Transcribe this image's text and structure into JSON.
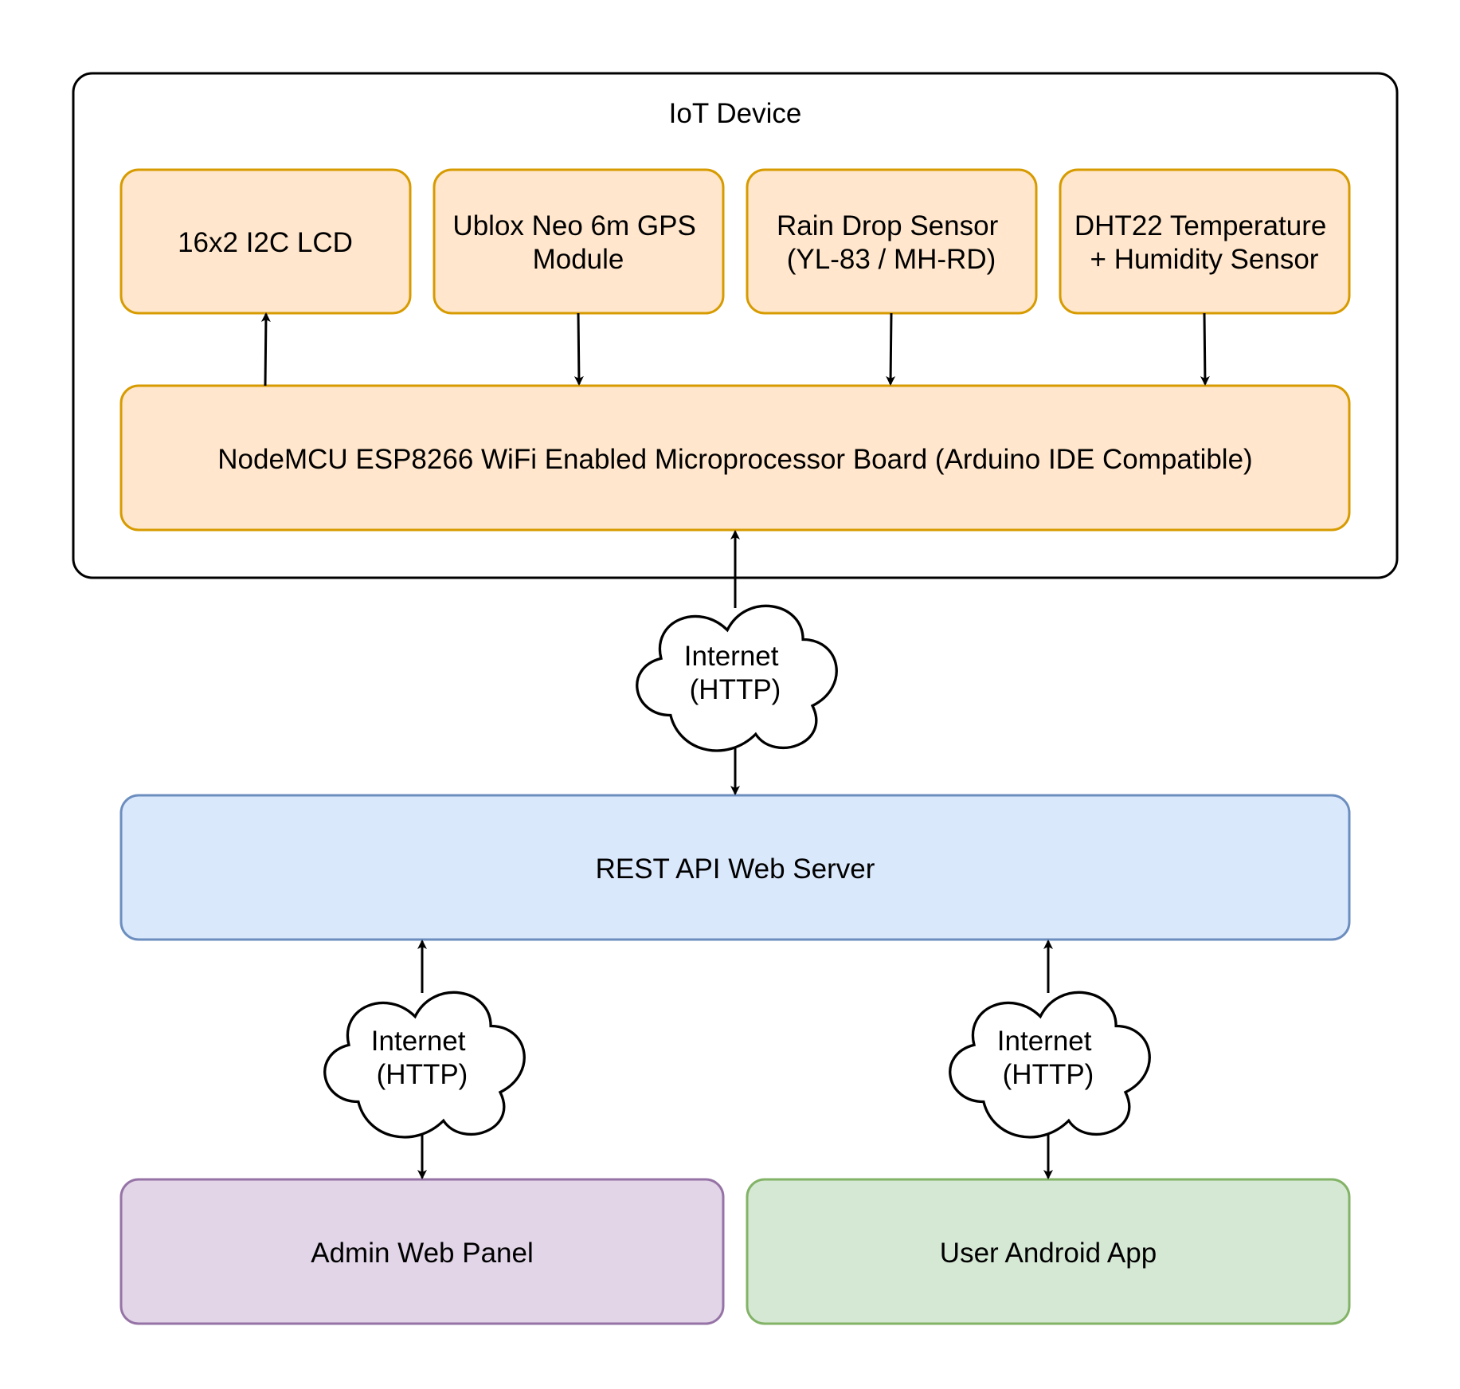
{
  "container": {
    "label": "IoT Device",
    "stroke": "#000000"
  },
  "components": {
    "lcd": {
      "lines": [
        "16x2 I2C LCD"
      ],
      "fill": "#ffe6cc",
      "stroke": "#d79b00"
    },
    "gps": {
      "lines": [
        "Ublox Neo 6m GPS",
        "Module"
      ],
      "fill": "#ffe6cc",
      "stroke": "#d79b00"
    },
    "rain": {
      "lines": [
        "Rain Drop Sensor",
        "(YL-83 / MH-RD)"
      ],
      "fill": "#ffe6cc",
      "stroke": "#d79b00"
    },
    "dht": {
      "lines": [
        "DHT22 Temperature",
        "+ Humidity Sensor"
      ],
      "fill": "#ffe6cc",
      "stroke": "#d79b00"
    },
    "mcu": {
      "lines": [
        "NodeMCU ESP8266 WiFi Enabled Microprocessor Board (Arduino IDE Compatible)"
      ],
      "fill": "#ffe6cc",
      "stroke": "#d79b00"
    },
    "server": {
      "lines": [
        "REST API Web Server"
      ],
      "fill": "#dae8fc",
      "stroke": "#6c8ebf"
    },
    "admin": {
      "lines": [
        "Admin Web Panel"
      ],
      "fill": "#e1d5e7",
      "stroke": "#9673a6"
    },
    "android": {
      "lines": [
        "User Android App"
      ],
      "fill": "#d5e8d4",
      "stroke": "#82b366"
    }
  },
  "clouds": {
    "top": {
      "lines": [
        "Internet",
        "(HTTP)"
      ]
    },
    "left": {
      "lines": [
        "Internet",
        "(HTTP)"
      ]
    },
    "right": {
      "lines": [
        "Internet",
        "(HTTP)"
      ]
    }
  }
}
